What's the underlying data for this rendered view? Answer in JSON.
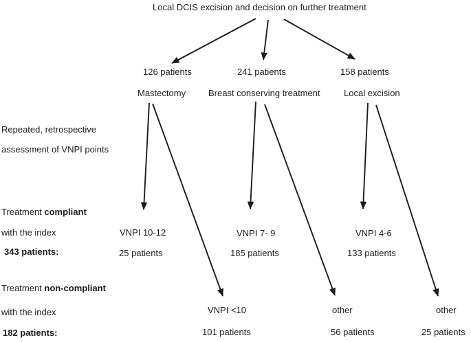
{
  "title": "Local DCIS excision and decision on further treatment",
  "branches": [
    {
      "patients": "126 patients",
      "treatment": "Mastectomy",
      "compliant": {
        "index": "VNPI 10-12",
        "patients": "25 patients"
      },
      "noncompliant": {
        "index": "VNPI <10",
        "patients": "101 patients"
      }
    },
    {
      "patients": "241 patients",
      "treatment": "Breast conserving treatment",
      "compliant": {
        "index": "VNPI 7- 9",
        "patients": "185 patients"
      },
      "noncompliant": {
        "index": "other",
        "patients": "56 patients"
      }
    },
    {
      "patients": "158 patients",
      "treatment": "Local excision",
      "compliant": {
        "index": "VNPI 4-6",
        "patients": "133 patients"
      },
      "noncompliant": {
        "index": "other",
        "patients": "25 patients"
      }
    }
  ],
  "annotations": {
    "assessment": {
      "line1": "Repeated, retrospective",
      "line2": "assessment of VNPI points"
    },
    "compliant": {
      "prefix": "Treatment ",
      "emphasis": "compliant",
      "line2": "with the index",
      "total": "343 patients:"
    },
    "noncompliant": {
      "prefix": "Treatment ",
      "emphasis": "non-compliant",
      "line2": "with the index",
      "total": "182 patients:"
    }
  },
  "colors": {
    "text": "#1c1c1c",
    "arrow": "#1c1c1c",
    "background": "#ffffff"
  }
}
